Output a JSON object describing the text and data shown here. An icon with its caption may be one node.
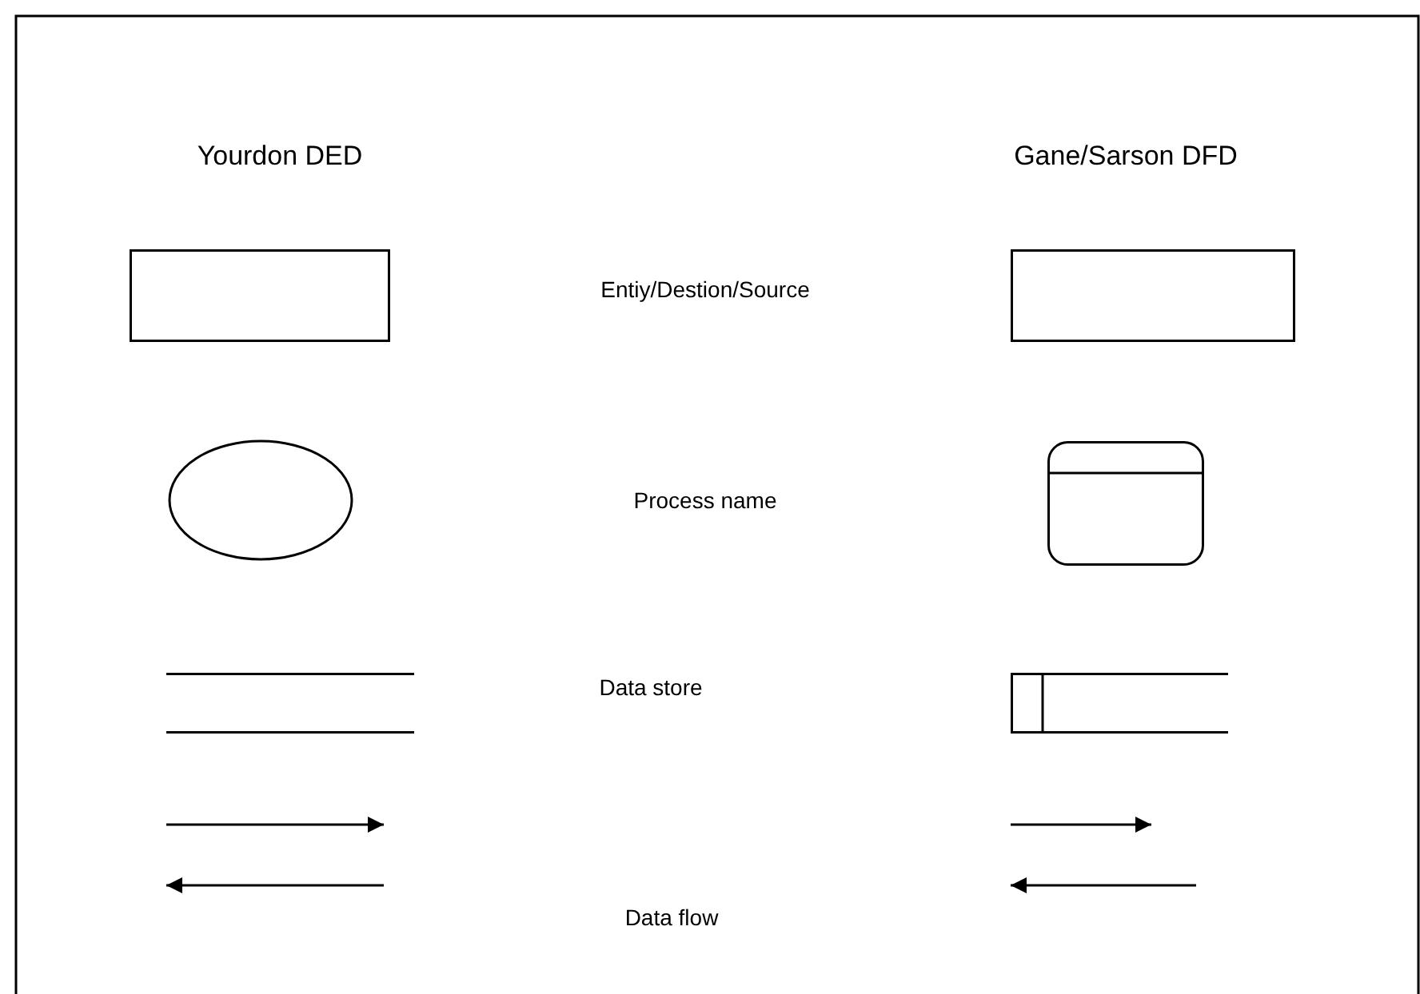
{
  "diagram": {
    "nodes": [
      {
        "text": [],
        "shape": "box"
      },
      {
        "text": [],
        "shape": "box"
      },
      {
        "text": [],
        "shape": "ellipse"
      },
      {
        "text": [],
        "shape": "card"
      },
      {
        "text": [],
        "shape": "lines"
      },
      {
        "text": [],
        "shape": "open-box"
      }
    ],
    "labels": [
      "Yourdon DED",
      "Gane/Sarson DFD",
      "Entiy/Destion/Source",
      "Process name",
      "Data store",
      "Data flow"
    ]
  }
}
